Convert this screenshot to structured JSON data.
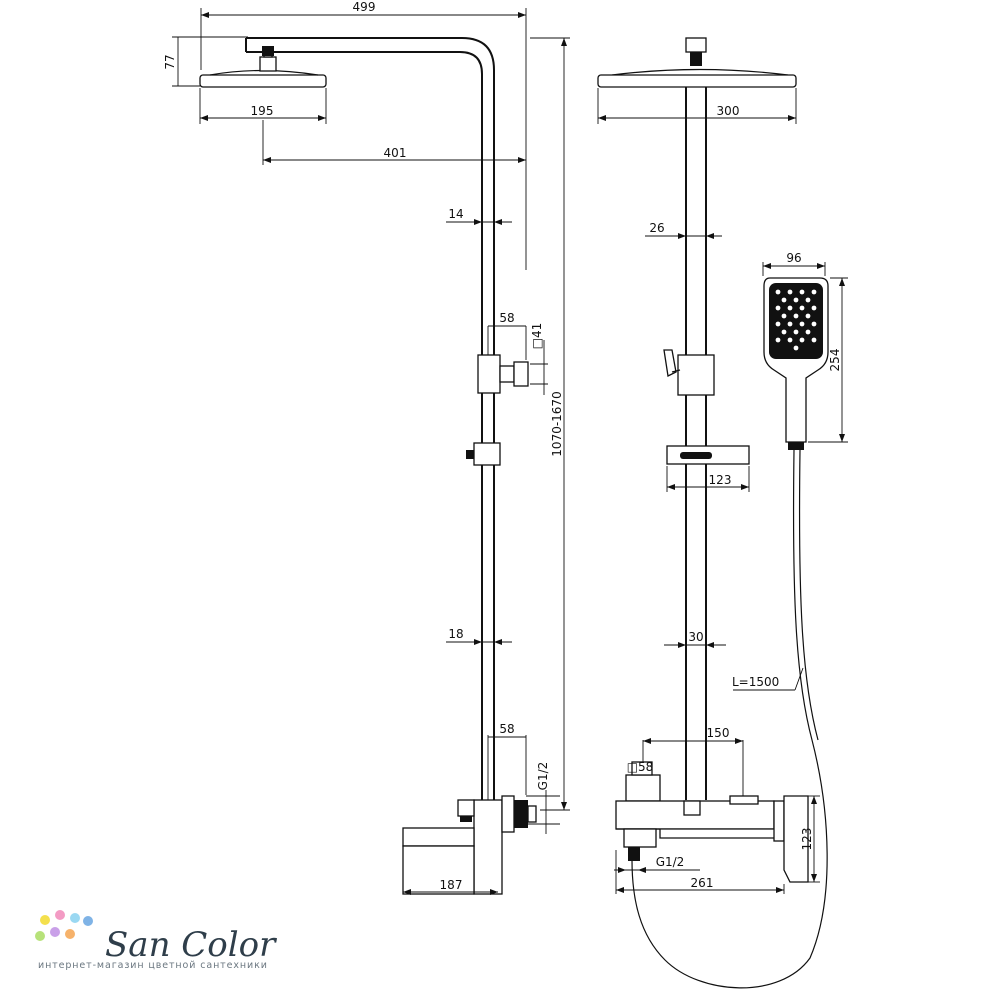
{
  "side_view": {
    "total_width": "499",
    "head_height": "77",
    "head_diameter": "195",
    "arm_reach": "401",
    "upper_pipe": "14",
    "holder_offset": "58",
    "holder_square": "□41",
    "height_range": "1070-1670",
    "lower_pipe": "18",
    "mixer_offset": "58",
    "inlet_thread": "G1/2",
    "spout_length": "187"
  },
  "front_view": {
    "head_width": "300",
    "upper_pipe": "26",
    "hand_shower_width": "96",
    "hand_shower_length": "254",
    "shelf_width": "123",
    "lower_pipe": "30",
    "hose_length": "L=1500",
    "mixer_body_width": "150",
    "diverter_square": "□58",
    "mixer_height": "123",
    "inlet_thread": "G1/2",
    "mixer_width": "261"
  },
  "logo": {
    "brand_name": "San Color",
    "tagline": "интернет-магазин цветной сантехники",
    "dot_colors": [
      "#f4e04d",
      "#f39bc4",
      "#9ad8f2",
      "#b7e27a",
      "#c9a0e8",
      "#f6b26b",
      "#7fb3e6"
    ]
  }
}
